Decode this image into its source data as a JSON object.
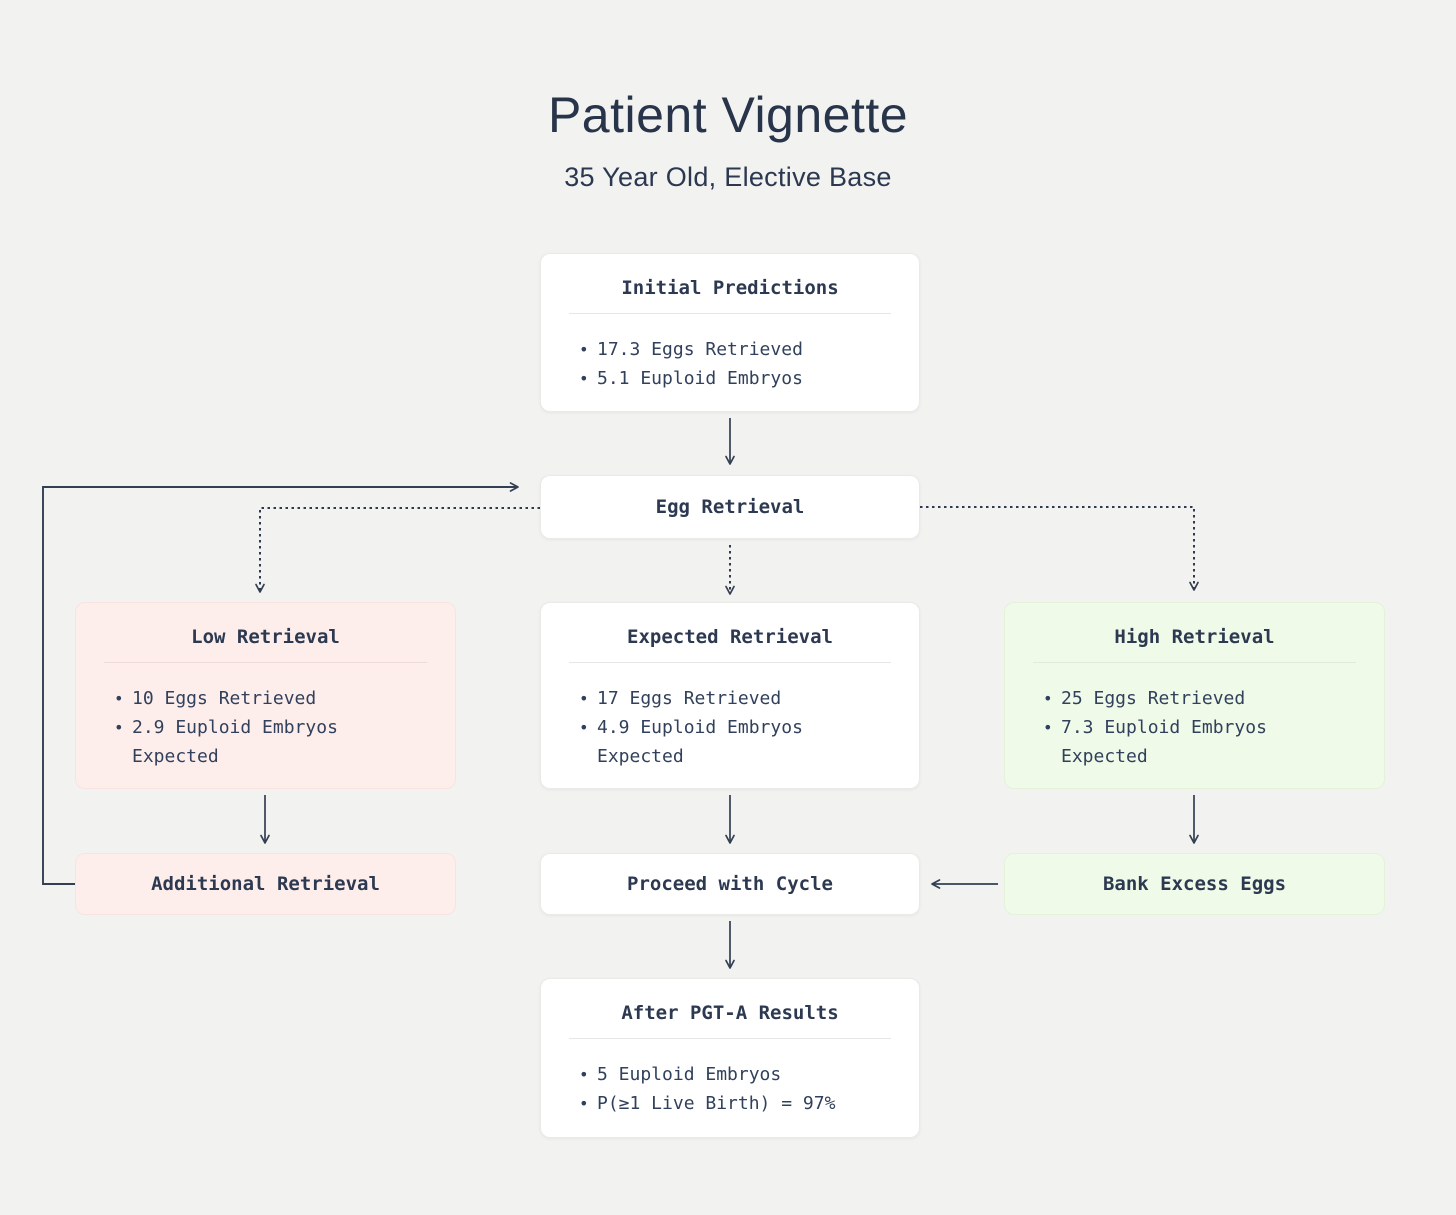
{
  "header": {
    "title": "Patient Vignette",
    "subtitle": "35 Year Old, Elective Base"
  },
  "nodes": {
    "initial_predictions": {
      "title": "Initial Predictions",
      "bullets": [
        "17.3 Eggs Retrieved",
        "5.1 Euploid Embryos"
      ]
    },
    "egg_retrieval": {
      "title": "Egg Retrieval"
    },
    "low_retrieval": {
      "title": "Low Retrieval",
      "bullets": [
        "10 Eggs Retrieved",
        "2.9 Euploid Embryos Expected"
      ]
    },
    "expected_retrieval": {
      "title": "Expected Retrieval",
      "bullets": [
        "17 Eggs Retrieved",
        "4.9 Euploid Embryos Expected"
      ]
    },
    "high_retrieval": {
      "title": "High Retrieval",
      "bullets": [
        "25 Eggs Retrieved",
        "7.3 Euploid Embryos Expected"
      ]
    },
    "additional_retrieval": {
      "title": "Additional Retrieval"
    },
    "proceed_with_cycle": {
      "title": "Proceed with Cycle"
    },
    "bank_excess_eggs": {
      "title": "Bank Excess Eggs"
    },
    "after_pgta": {
      "title": "After PGT-A Results",
      "bullets": [
        "5 Euploid Embryos",
        "P(≥1 Live Birth) = 97%"
      ]
    }
  },
  "colors": {
    "background": "#f2f2f0",
    "card_white": "#ffffff",
    "card_pink": "#fdeeec",
    "card_green": "#f0fae8",
    "text_dark": "#2c3950",
    "connector": "#333f52"
  }
}
